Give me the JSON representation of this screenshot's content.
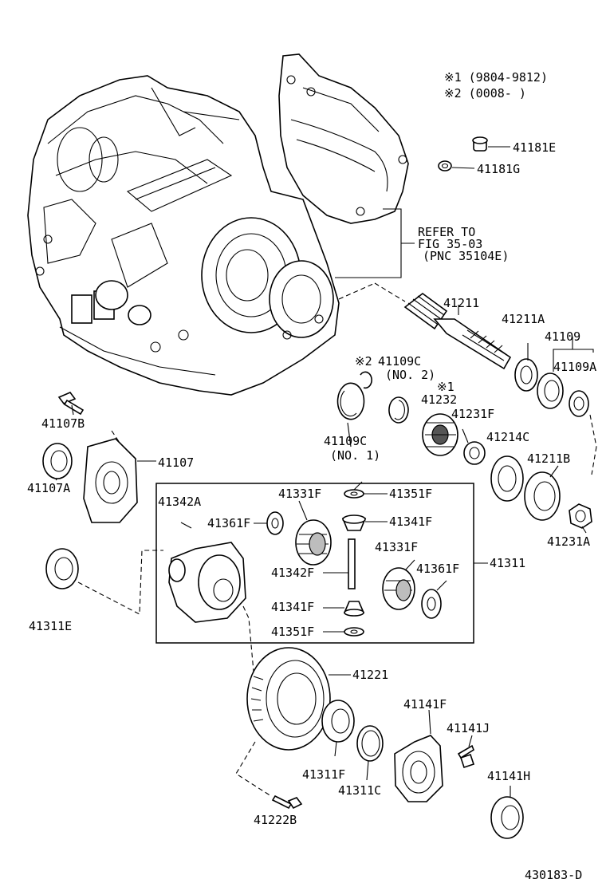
{
  "notes": {
    "note1": "※1 (9804-9812)",
    "note2": "※2 (0008-     )"
  },
  "refer": {
    "line1": "REFER TO",
    "line2": "FIG 35-03",
    "line3": "(PNC 35104E)"
  },
  "parts": {
    "p41181E": "41181E",
    "p41181G": "41181G",
    "p41211": "41211",
    "p41211A": "41211A",
    "p41109": "41109",
    "p41109A": "41109A",
    "p41109C_2_mark": "※2",
    "p41109C_2": "41109C",
    "p41109C_2_note": "(NO. 2)",
    "p41232_mark": "※1",
    "p41232": "41232",
    "p41231F": "41231F",
    "p41214C": "41214C",
    "p41211B": "41211B",
    "p41231A": "41231A",
    "p41107B": "41107B",
    "p41107": "41107",
    "p41107A": "41107A",
    "p41109C_1": "41109C",
    "p41109C_1_note": "(NO. 1)",
    "p41342A": "41342A",
    "p41331F_a": "41331F",
    "p41351F_a": "41351F",
    "p41361F_a": "41361F",
    "p41341F_a": "41341F",
    "p41331F_b": "41331F",
    "p41342F": "41342F",
    "p41361F_b": "41361F",
    "p41311": "41311",
    "p41341F_b": "41341F",
    "p41351F_b": "41351F",
    "p41311E": "41311E",
    "p41221": "41221",
    "p41141F": "41141F",
    "p41141J": "41141J",
    "p41311F": "41311F",
    "p41311C": "41311C",
    "p41141H": "41141H",
    "p41222B": "41222B"
  },
  "diagram_id": "430183-D"
}
